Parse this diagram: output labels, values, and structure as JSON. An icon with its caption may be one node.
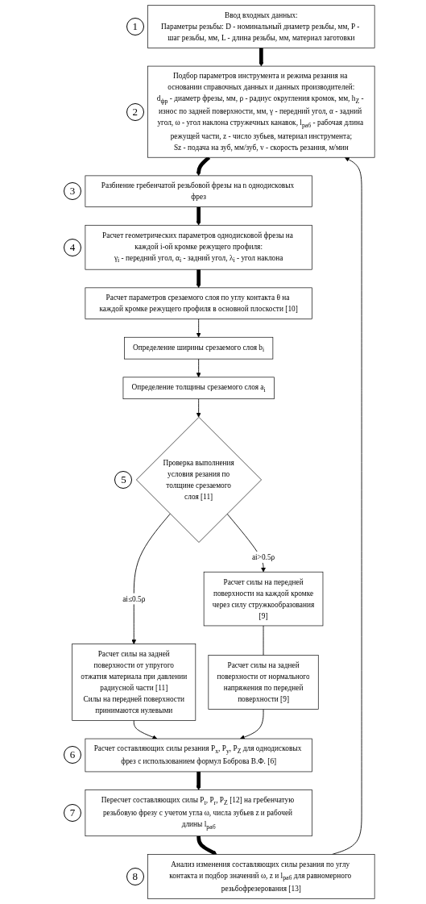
{
  "diagram": {
    "nodes": [
      {
        "text": [
          "Ввод входных данных:",
          "Параметры резьбы: D - номинальный диаметр резьбы, мм, P - шаг резьбы, мм, L - длина резьбы, мм, материал заготовки"
        ],
        "beside": [
          "1"
        ]
      },
      {
        "text": [
          "Подбор параметров инструмента и режима резания на основании справочных данных и данных производителей:",
          "d$_{фр}$ - диаметр фрезы, мм, ρ - радиус округления кромок, мм, h$_{Z}$ - износ по задней поверхности, мм, γ - передний угол, α - задний угол, ω - угол наклона стружечных канавок, l$_{раб}$ - рабочая длина режущей части, z - число зубьев, материал инструмента;",
          "Sz - подача на зуб, мм/зуб, v - скорость резания, м/мин"
        ],
        "beside": [
          "2"
        ]
      },
      {
        "text": [
          "Разбиение гребенчатой резьбовой фрезы на n однодисковых фрез"
        ],
        "beside": [
          "3"
        ]
      },
      {
        "text": [
          "Расчет геометрических параметров однодисковой фрезы на каждой i-ой кромке режущего профиля:",
          "γ$_{i}$ - передний угол, α$_{i}$ - задний угол, λ$_{i}$ - угол наклона"
        ],
        "beside": [
          "4"
        ]
      },
      {
        "text": [
          "Расчет параметров срезаемого слоя по углу контакта θ на каждой кромке режущего профиля в основной плоскости [10]"
        ]
      },
      {
        "text": [
          "Определение ширины срезаемого слоя b$_{i}$"
        ]
      },
      {
        "text": [
          "Определение толщины срезаемого слоя a$_{i}$"
        ]
      },
      {
        "text": [
          "Проверка выполнения условия резания по толщине срезаемого слоя [11]"
        ],
        "beside": [
          "5"
        ]
      },
      {
        "text": [
          "Расчет силы на задней поверхности от упругого отжатия материала при давлении радиусной части [11]",
          "Силы на передней поверхности принимаются нулевыми"
        ]
      },
      {
        "text": [
          "Расчет силы на передней поверхности на каждой кромке через силу стружкообразования [9]"
        ]
      },
      {
        "text": [
          "Расчет силы на задней поверхности от нормального напряжения по передней поверхности [9]"
        ]
      },
      {
        "text": [
          "Расчет составляющих силы резания P$_{x}$, P$_{y}$, P$_{Z}$ для однодисковых фрез с использованием формул Боброва В.Ф. [6]"
        ],
        "beside": [
          "6"
        ]
      },
      {
        "text": [
          "Пересчет составляющих силы P$_{t}$, P$_{r}$, P$_{Z}$ [12] на гребенчатую резьбовую фрезу с учетом угла ω, числа зубьев z и рабочей длины l$_{раб}$"
        ],
        "beside": [
          "7"
        ]
      },
      {
        "text": [
          "Анализ изменения составляющих силы резания по углу контакта и подбор значений ω, z и l$_{раб}$ для равномерного резьбофрезерования [13]"
        ],
        "beside": [
          "8"
        ]
      }
    ],
    "edges": [
      {
        "from": 0,
        "to": 1,
        "arrow": "to",
        "style": "thick"
      },
      {
        "from": 1,
        "to": 2,
        "arrow": "to",
        "style": "thick"
      },
      {
        "from": 2,
        "to": 3,
        "arrow": "to",
        "style": "thick"
      },
      {
        "from": 3,
        "to": 4,
        "arrow": "to",
        "style": "thick"
      },
      {
        "from": 4,
        "to": 5,
        "arrow": "to"
      },
      {
        "from": 5,
        "to": 6,
        "arrow": "to"
      },
      {
        "from": 6,
        "to": 7,
        "arrow": "to"
      },
      {
        "from": 7,
        "to": 8,
        "arrow": "to",
        "label": "ai≤0.5ρ"
      },
      {
        "from": 7,
        "to": 9,
        "arrow": "to",
        "label": "ai>0.5ρ"
      },
      {
        "from": 9,
        "to": 10,
        "arrow": "none"
      },
      {
        "from": 8,
        "to": 11,
        "arrow": "to"
      },
      {
        "from": 10,
        "to": 11,
        "arrow": "to"
      },
      {
        "from": 11,
        "to": 12,
        "arrow": "to",
        "style": "thick"
      },
      {
        "from": 12,
        "to": 13,
        "arrow": "to",
        "style": "thick"
      },
      {
        "from": 13,
        "to": 1,
        "arrow": "to"
      }
    ]
  }
}
